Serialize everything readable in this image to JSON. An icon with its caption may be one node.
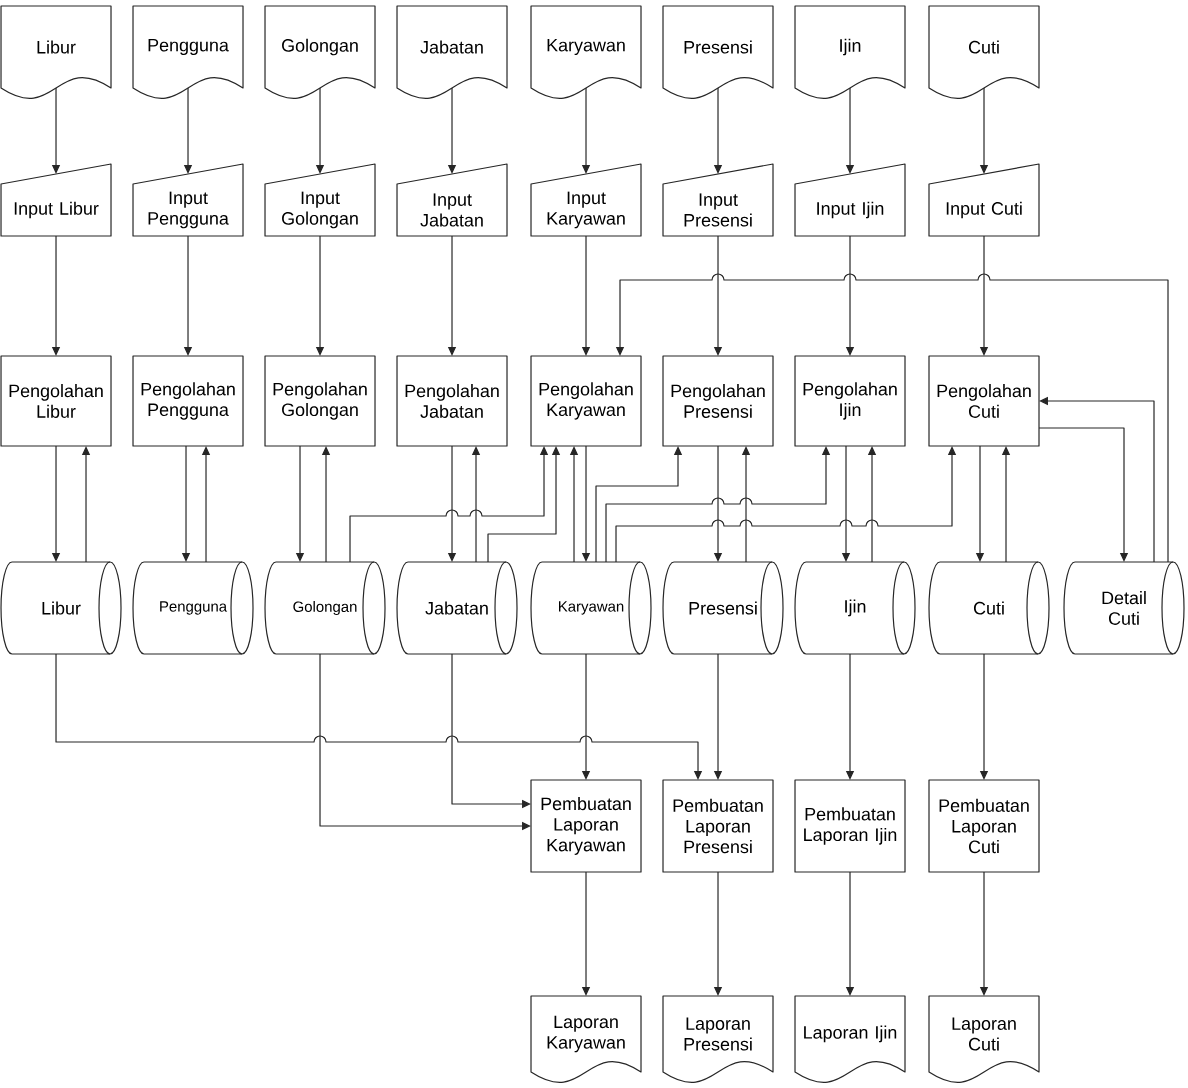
{
  "diagram": {
    "nodes": [
      {
        "text": [
          "Libur"
        ]
      },
      {
        "text": [
          "Pengguna"
        ]
      },
      {
        "text": [
          "Golongan"
        ]
      },
      {
        "text": [
          "Jabatan"
        ]
      },
      {
        "text": [
          "Karyawan"
        ]
      },
      {
        "text": [
          "Presensi"
        ]
      },
      {
        "text": [
          "Ijin"
        ]
      },
      {
        "text": [
          "Cuti"
        ]
      },
      {
        "text": [
          "Input Libur"
        ]
      },
      {
        "text": [
          "Input Pengguna"
        ]
      },
      {
        "text": [
          "Input Golongan"
        ]
      },
      {
        "text": [
          "Input Jabatan"
        ]
      },
      {
        "text": [
          "Input Karyawan"
        ]
      },
      {
        "text": [
          "Input Presensi"
        ]
      },
      {
        "text": [
          "Input Ijin"
        ]
      },
      {
        "text": [
          "Input Cuti"
        ]
      },
      {
        "text": [
          "Pengolahan Libur"
        ]
      },
      {
        "text": [
          "Pengolahan Pengguna"
        ]
      },
      {
        "text": [
          "Pengolahan Golongan"
        ]
      },
      {
        "text": [
          "Pengolahan Jabatan"
        ]
      },
      {
        "text": [
          "Pengolahan Karyawan"
        ]
      },
      {
        "text": [
          "Pengolahan Presensi"
        ]
      },
      {
        "text": [
          "Pengolahan Ijin"
        ]
      },
      {
        "text": [
          "Pengolahan Cuti"
        ]
      },
      {
        "text": [
          "Libur"
        ]
      },
      {
        "text": [
          "Pengguna"
        ]
      },
      {
        "text": [
          "Golongan"
        ]
      },
      {
        "text": [
          "Jabatan"
        ]
      },
      {
        "text": [
          "Karyawan"
        ]
      },
      {
        "text": [
          "Presensi"
        ]
      },
      {
        "text": [
          "Ijin"
        ]
      },
      {
        "text": [
          "Cuti"
        ]
      },
      {
        "text": [
          "Detail Cuti"
        ]
      },
      {
        "text": [
          "Pembuatan Laporan Karyawan"
        ]
      },
      {
        "text": [
          "Pembuatan Laporan Presensi"
        ]
      },
      {
        "text": [
          "Pembuatan Laporan Ijin"
        ]
      },
      {
        "text": [
          "Pembuatan Laporan Cuti"
        ]
      },
      {
        "text": [
          "Laporan Karyawan"
        ]
      },
      {
        "text": [
          "Laporan Presensi"
        ]
      },
      {
        "text": [
          "Laporan Ijin"
        ]
      },
      {
        "text": [
          "Laporan Cuti"
        ]
      }
    ],
    "edges": [
      {
        "from": 0,
        "to": 8,
        "arrow": "to"
      },
      {
        "from": 8,
        "to": 16,
        "arrow": "to"
      },
      {
        "from": 16,
        "to": 24,
        "arrow": "to"
      },
      {
        "from": 24,
        "to": 16,
        "arrow": "to"
      },
      {
        "from": 1,
        "to": 9,
        "arrow": "to"
      },
      {
        "from": 9,
        "to": 17,
        "arrow": "to"
      },
      {
        "from": 17,
        "to": 25,
        "arrow": "to"
      },
      {
        "from": 25,
        "to": 17,
        "arrow": "to"
      },
      {
        "from": 2,
        "to": 10,
        "arrow": "to"
      },
      {
        "from": 10,
        "to": 18,
        "arrow": "to"
      },
      {
        "from": 18,
        "to": 26,
        "arrow": "to"
      },
      {
        "from": 26,
        "to": 18,
        "arrow": "to"
      },
      {
        "from": 3,
        "to": 11,
        "arrow": "to"
      },
      {
        "from": 11,
        "to": 19,
        "arrow": "to"
      },
      {
        "from": 19,
        "to": 27,
        "arrow": "to"
      },
      {
        "from": 27,
        "to": 19,
        "arrow": "to"
      },
      {
        "from": 4,
        "to": 12,
        "arrow": "to"
      },
      {
        "from": 12,
        "to": 20,
        "arrow": "to"
      },
      {
        "from": 20,
        "to": 28,
        "arrow": "to"
      },
      {
        "from": 28,
        "to": 20,
        "arrow": "to"
      },
      {
        "from": 5,
        "to": 13,
        "arrow": "to"
      },
      {
        "from": 13,
        "to": 21,
        "arrow": "to"
      },
      {
        "from": 21,
        "to": 29,
        "arrow": "to"
      },
      {
        "from": 29,
        "to": 21,
        "arrow": "to"
      },
      {
        "from": 6,
        "to": 14,
        "arrow": "to"
      },
      {
        "from": 14,
        "to": 22,
        "arrow": "to"
      },
      {
        "from": 22,
        "to": 30,
        "arrow": "to"
      },
      {
        "from": 30,
        "to": 22,
        "arrow": "to"
      },
      {
        "from": 7,
        "to": 15,
        "arrow": "to"
      },
      {
        "from": 15,
        "to": 23,
        "arrow": "to"
      },
      {
        "from": 23,
        "to": 31,
        "arrow": "to"
      },
      {
        "from": 31,
        "to": 23,
        "arrow": "to"
      },
      {
        "from": 23,
        "to": 32,
        "arrow": "to"
      },
      {
        "from": 32,
        "to": 23,
        "arrow": "to"
      },
      {
        "from": 32,
        "to": 20,
        "arrow": "to"
      },
      {
        "from": 26,
        "to": 20,
        "arrow": "to"
      },
      {
        "from": 27,
        "to": 20,
        "arrow": "to"
      },
      {
        "from": 28,
        "to": 21,
        "arrow": "to"
      },
      {
        "from": 28,
        "to": 22,
        "arrow": "to"
      },
      {
        "from": 28,
        "to": 23,
        "arrow": "to"
      },
      {
        "from": 24,
        "to": 34,
        "arrow": "to"
      },
      {
        "from": 26,
        "to": 33,
        "arrow": "to"
      },
      {
        "from": 27,
        "to": 33,
        "arrow": "to"
      },
      {
        "from": 28,
        "to": 33,
        "arrow": "to"
      },
      {
        "from": 29,
        "to": 34,
        "arrow": "to"
      },
      {
        "from": 30,
        "to": 35,
        "arrow": "to"
      },
      {
        "from": 31,
        "to": 36,
        "arrow": "to"
      },
      {
        "from": 33,
        "to": 37,
        "arrow": "to"
      },
      {
        "from": 34,
        "to": 38,
        "arrow": "to"
      },
      {
        "from": 35,
        "to": 39,
        "arrow": "to"
      },
      {
        "from": 36,
        "to": 40,
        "arrow": "to"
      }
    ]
  }
}
